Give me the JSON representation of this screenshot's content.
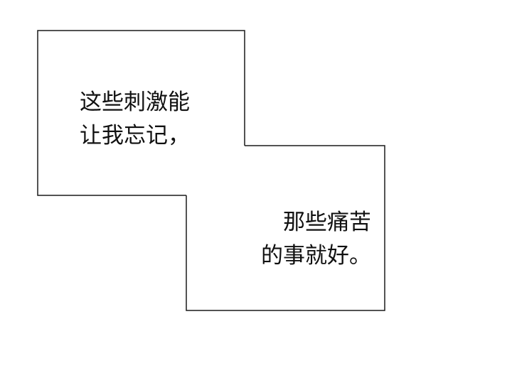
{
  "captions": [
    {
      "lines": [
        "这些刺激能",
        "让我忘记，"
      ]
    },
    {
      "lines": [
        "那些痛苦",
        "的事就好。"
      ]
    }
  ]
}
